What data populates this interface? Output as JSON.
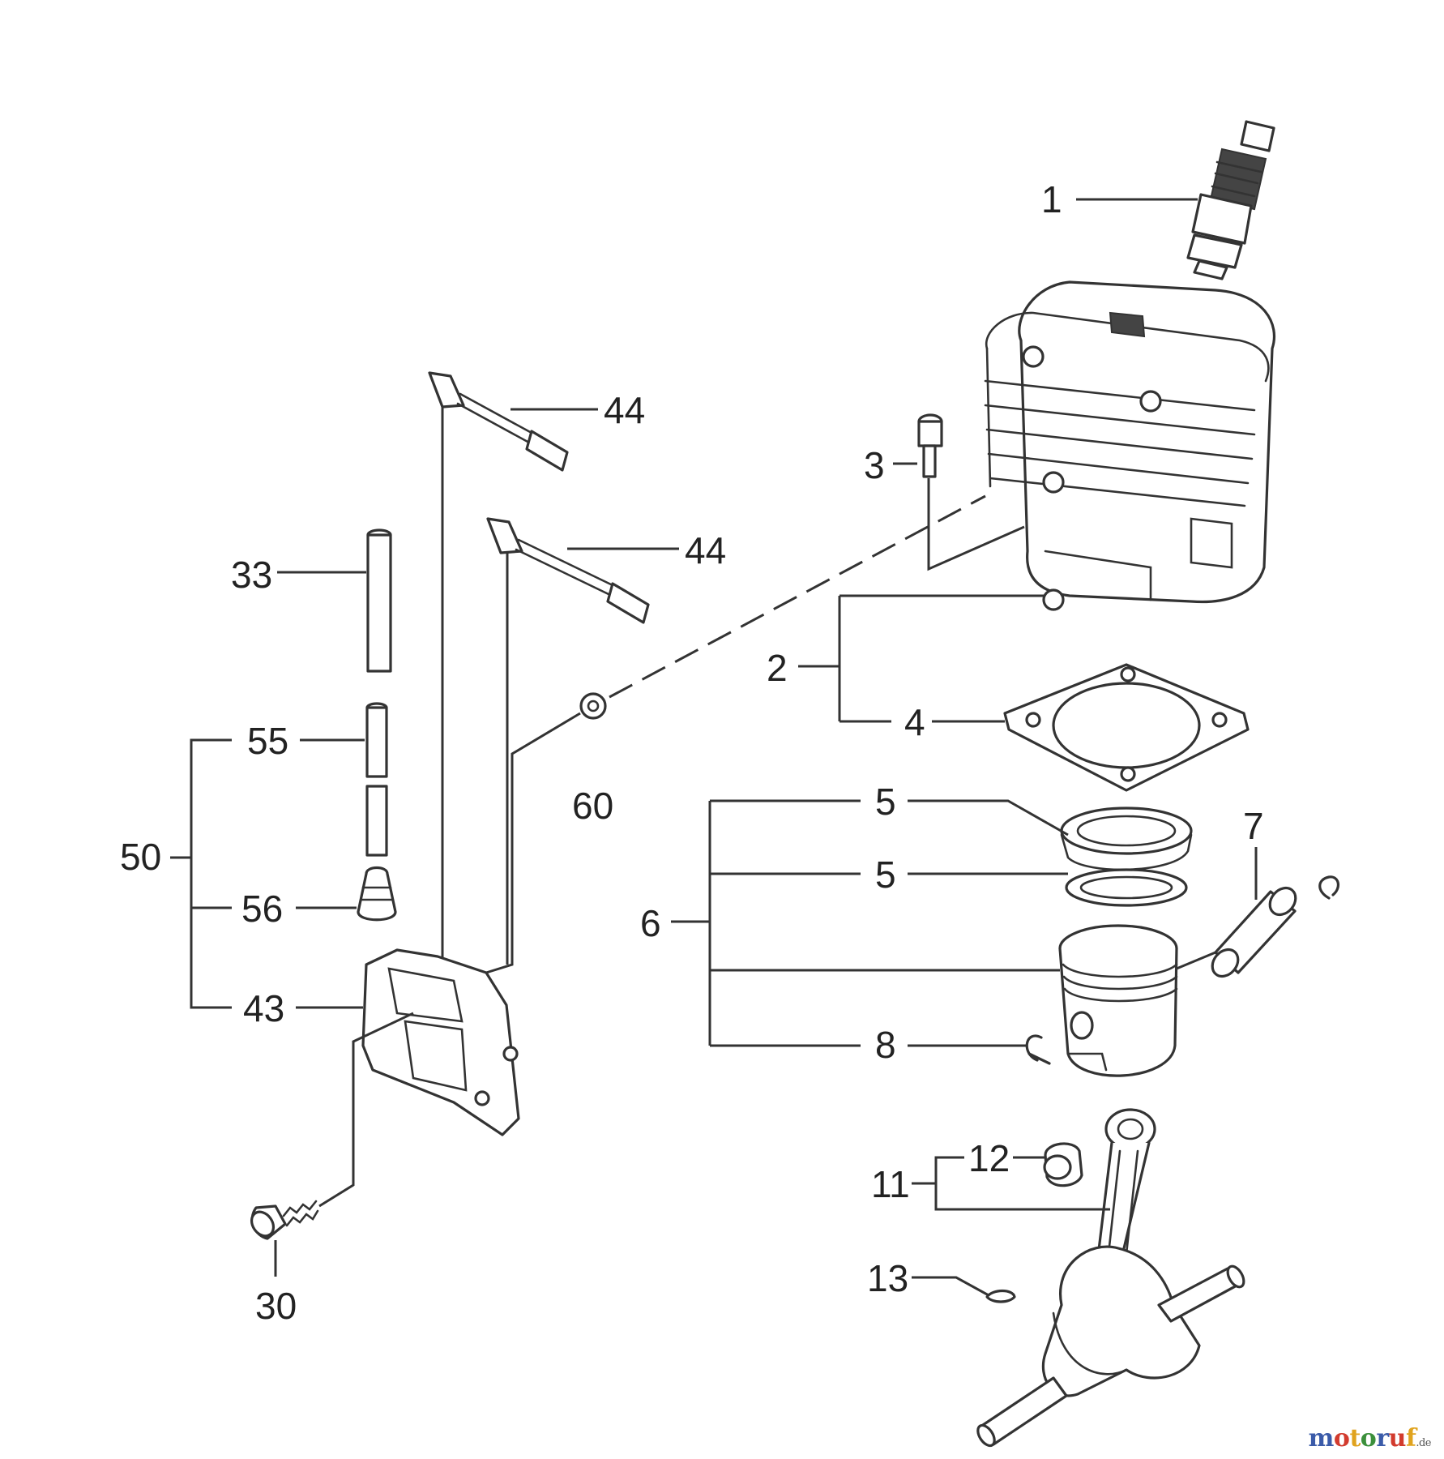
{
  "diagram": {
    "labels": {
      "l1": "1",
      "l2": "2",
      "l3": "3",
      "l4": "4",
      "l5a": "5",
      "l5b": "5",
      "l6": "6",
      "l7": "7",
      "l8": "8",
      "l11": "11",
      "l12": "12",
      "l13": "13",
      "l30": "30",
      "l33": "33",
      "l43": "43",
      "l44a": "44",
      "l44b": "44",
      "l50": "50",
      "l55": "55",
      "l56": "56",
      "l60": "60"
    }
  },
  "watermark": {
    "m": "m",
    "o1": "o",
    "t": "t",
    "o2": "o",
    "r": "r",
    "u": "u",
    "f": "f",
    "domain": ".de"
  }
}
